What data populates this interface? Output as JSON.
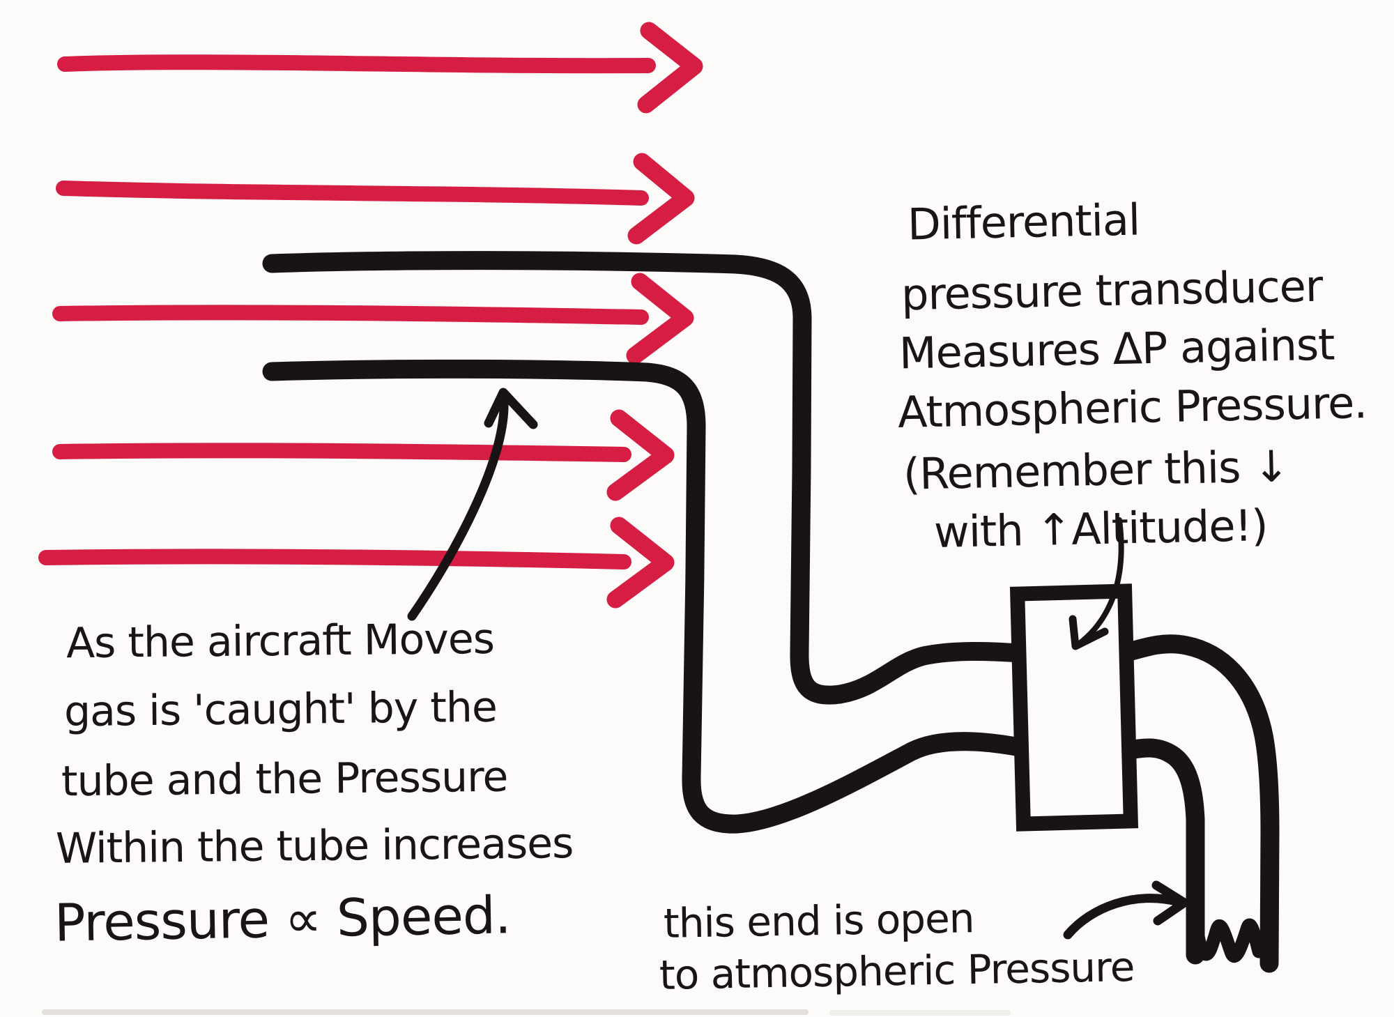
{
  "title": "Hand-drawn pitot tube and differential pressure transducer diagram",
  "colors": {
    "ink_black": "#191414",
    "airflow_red": "#d61e45",
    "paper": "#fcfbf9"
  },
  "airflow": {
    "icon": "airflow-arrow-icon",
    "arrow_count": 5,
    "direction": "right"
  },
  "notes": {
    "left": {
      "lines": [
        "As the aircraft Moves",
        "gas is 'caught' by the",
        "tube and the Pressure",
        "Within the tube increases"
      ]
    },
    "proportionality": "Pressure ∝ Speed.",
    "right": {
      "lines": [
        "Differential",
        "pressure transducer",
        "Measures ΔP against",
        "Atmospheric Pressure.",
        "(Remember this ↓",
        "with ↑Altitude!)"
      ]
    },
    "bottom": {
      "lines": [
        "this end is open",
        "to atmospheric Pressure"
      ]
    }
  }
}
